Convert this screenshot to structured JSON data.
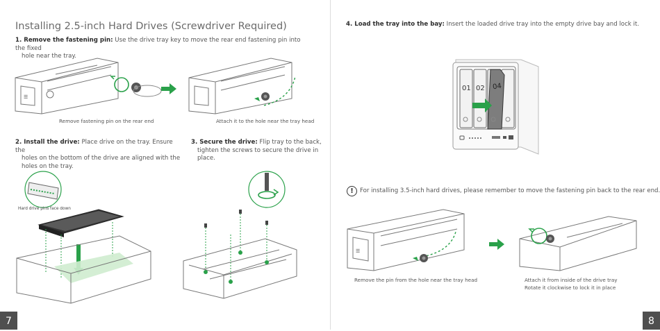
{
  "left_page": {
    "title": "Installing 2.5-inch Hard Drives (Screwdriver Required)",
    "step1": {
      "label": "1. Remove the fastening pin:",
      "text_a": " Use the drive tray key to move the rear end fastening pin into the fixed",
      "text_b": "hole near the tray."
    },
    "caption_remove": "Remove fastening pin on the rear end",
    "caption_attach": "Attach it to the hole near the tray head",
    "step2": {
      "label": "2. Install the drive:",
      "text_a": " Place drive on the tray. Ensure the",
      "text_b": "holes on the bottom of the drive are aligned with the",
      "text_c": "holes on the tray."
    },
    "step3": {
      "label": "3. Secure the drive:",
      "text_a": " Flip tray to the back,",
      "text_b": "tighten the screws to secure the drive in",
      "text_c": "place."
    },
    "pins_label": "Hard drive pins face down",
    "page_number": "7"
  },
  "right_page": {
    "step4": {
      "label": "4. Load the tray into the bay:",
      "text": " Insert the loaded drive tray into the empty drive bay and lock it."
    },
    "bay_labels": [
      "01",
      "02",
      "04"
    ],
    "note_icon": "!",
    "note": "For installing 3.5-inch hard drives, please remember to move the fastening  pin back to the rear end.",
    "caption_remove_pin": "Remove the pin from the hole near the tray head",
    "caption_attach_1": "Attach it from inside of the drive tray",
    "caption_attach_2": "Rotate it clockwise to lock it in place",
    "page_number": "8"
  },
  "colors": {
    "accent": "#2aa14a",
    "accent_light": "#cfeccf",
    "page_number_bg": "#4f4f4f"
  }
}
